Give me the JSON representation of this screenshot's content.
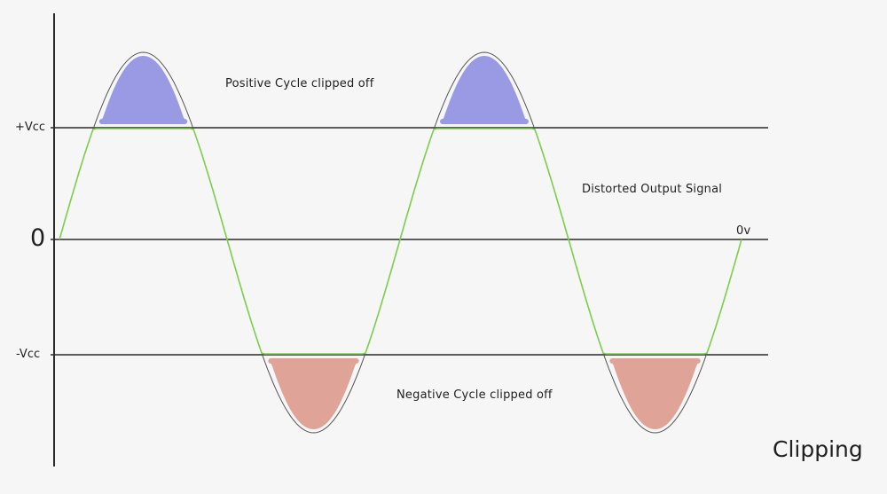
{
  "chart_data": {
    "type": "line",
    "title": "Clipping",
    "description": "Sine wave signal clipped at +Vcc and -Vcc, producing a distorted output signal",
    "axis": {
      "y_ticks": [
        {
          "label": "+Vcc",
          "value": 1
        },
        {
          "label": "0",
          "value": 0
        },
        {
          "label": "-Vcc",
          "value": -1
        }
      ],
      "zero_end_label": "0v"
    },
    "series": [
      {
        "name": "Input Signal (unclipped sine)",
        "color": "#555555",
        "shape": "sine",
        "cycles": 2,
        "amplitude_relative_to_vcc": 1.68,
        "zero_crossings_x": [
          67,
          256,
          451,
          641,
          836
        ]
      },
      {
        "name": "Distorted Output Signal",
        "color": "#7ccf4c",
        "shape": "clipped sine",
        "clip_levels": [
          1,
          -1
        ]
      }
    ],
    "regions": [
      {
        "label": "Positive Cycle clipped off",
        "color": "#9999e4",
        "count": 2
      },
      {
        "label": "Negative Cycle clipped off",
        "color": "#e0a398",
        "count": 2
      }
    ],
    "annotations": [
      "Positive Cycle clipped off",
      "Distorted Output Signal",
      "Negative Cycle clipped off",
      "0v"
    ]
  },
  "labels": {
    "plus_vcc": "+Vcc",
    "zero": "0",
    "minus_vcc": "-Vcc",
    "zero_v": "0v",
    "positive_clipped": "Positive Cycle clipped off",
    "negative_clipped": "Negative Cycle clipped off",
    "output_signal": "Distorted Output Signal",
    "title": "Clipping"
  },
  "colors": {
    "background": "#f6f6f6",
    "axis": "#2a2a2a",
    "input_wave": "#555555",
    "output_wave": "#7ccf4c",
    "positive_fill": "#9999e4",
    "negative_fill": "#e0a398"
  }
}
